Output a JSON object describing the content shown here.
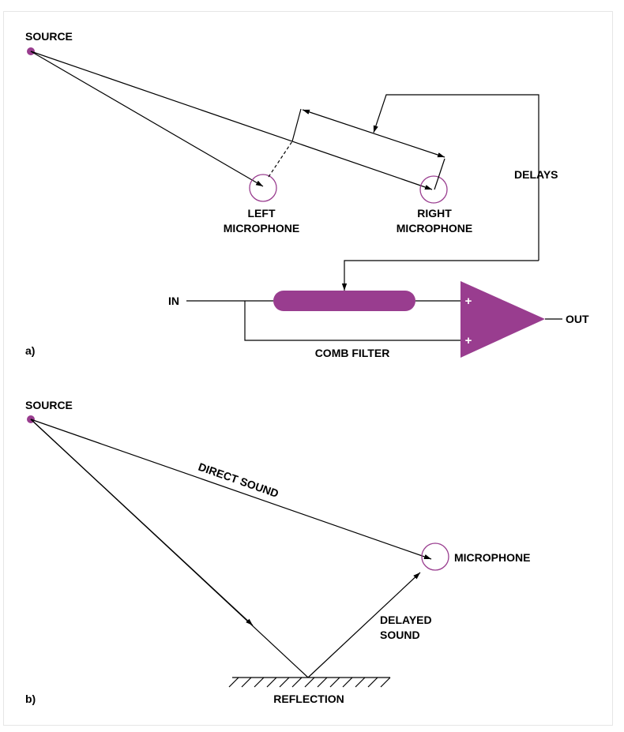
{
  "panel_a": {
    "tag": "a)",
    "source_label": "SOURCE",
    "left_mic_label_1": "LEFT",
    "left_mic_label_2": "MICROPHONE",
    "right_mic_label_1": "RIGHT",
    "right_mic_label_2": "MICROPHONE",
    "delays_label": "DELAYS",
    "in_label": "IN",
    "out_label": "OUT",
    "comb_label": "COMB FILTER",
    "plus_top": "+",
    "plus_bottom": "+"
  },
  "panel_b": {
    "tag": "b)",
    "source_label": "SOURCE",
    "direct_label": "DIRECT SOUND",
    "mic_label": "MICROPHONE",
    "delayed_label_1": "DELAYED",
    "delayed_label_2": "SOUND",
    "reflection_label": "REFLECTION"
  },
  "colors": {
    "accent": "#993d8f",
    "line": "#000000"
  }
}
